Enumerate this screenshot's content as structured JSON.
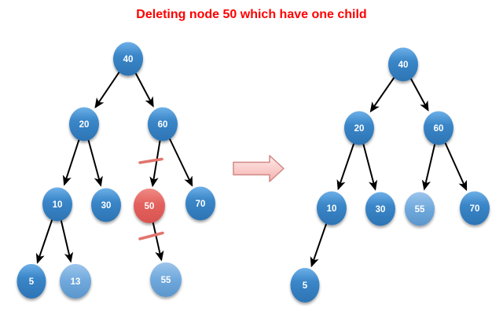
{
  "title": "Deleting node 50 which have one child",
  "colors": {
    "title": "#fe0000",
    "node_blue": "#3a86c8",
    "node_blue_light": "#6fa8dc",
    "node_red_delete": "#e2615e",
    "node_text": "#ffffff",
    "edge": "#000000",
    "cut_mark": "#e2746c",
    "transform_arrow_fill": "#f6b1ad",
    "transform_arrow_border": "#cf8886"
  },
  "before_tree": {
    "label": "tree before deletion",
    "nodes": {
      "n40": {
        "value": "40",
        "state": "normal"
      },
      "n20": {
        "value": "20",
        "state": "normal"
      },
      "n60": {
        "value": "60",
        "state": "normal"
      },
      "n10": {
        "value": "10",
        "state": "normal"
      },
      "n30": {
        "value": "30",
        "state": "normal"
      },
      "n50": {
        "value": "50",
        "state": "to-delete"
      },
      "n70": {
        "value": "70",
        "state": "normal"
      },
      "n5": {
        "value": "5",
        "state": "normal"
      },
      "n13": {
        "value": "13",
        "state": "light"
      },
      "n55": {
        "value": "55",
        "state": "light"
      }
    },
    "edges": [
      "40-20",
      "40-60",
      "20-10",
      "20-30",
      "60-50",
      "60-70",
      "10-5",
      "10-13",
      "50-55"
    ],
    "cut_edges": [
      "60-50",
      "50-55"
    ]
  },
  "transform_arrow": {
    "icon": "right-block-arrow"
  },
  "after_tree": {
    "label": "tree after deletion",
    "nodes": {
      "n40": {
        "value": "40",
        "state": "normal"
      },
      "n20": {
        "value": "20",
        "state": "normal"
      },
      "n60": {
        "value": "60",
        "state": "normal"
      },
      "n10": {
        "value": "10",
        "state": "normal"
      },
      "n30": {
        "value": "30",
        "state": "normal"
      },
      "n55": {
        "value": "55",
        "state": "light"
      },
      "n70": {
        "value": "70",
        "state": "normal"
      },
      "n5": {
        "value": "5",
        "state": "normal"
      }
    },
    "edges": [
      "40-20",
      "40-60",
      "20-10",
      "20-30",
      "60-55",
      "60-70",
      "10-5"
    ]
  }
}
